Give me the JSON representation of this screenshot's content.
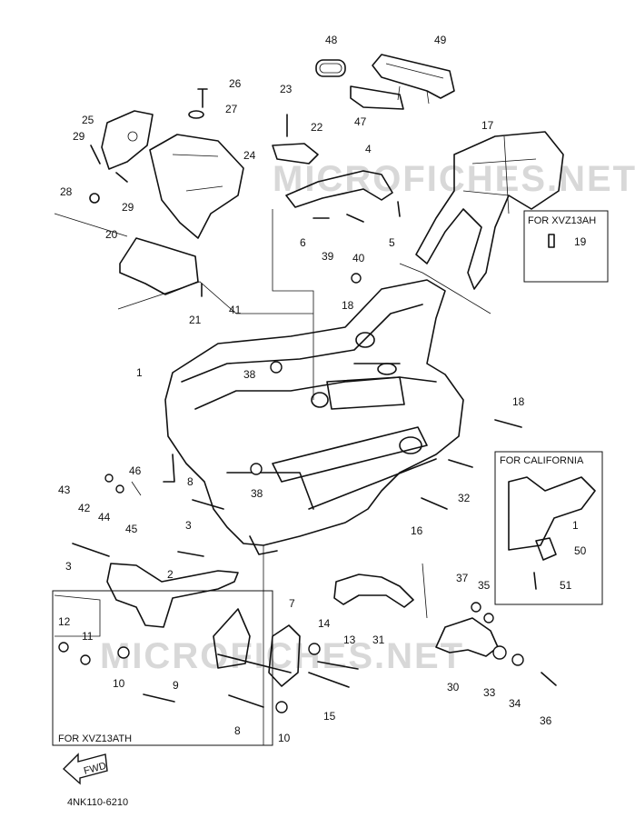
{
  "diagram_code": "4NK110-6210",
  "watermark_text": "MICROFICHES.NET",
  "fwd_label": "FWD",
  "boxes": {
    "xvz13ah": "FOR XVZ13AH",
    "california": "FOR CALIFORNIA",
    "xvz13ath": "FOR XVZ13ATH"
  },
  "callouts": [
    "1",
    "1",
    "2",
    "3",
    "3",
    "4",
    "5",
    "6",
    "7",
    "8",
    "8",
    "9",
    "10",
    "10",
    "11",
    "12",
    "13",
    "14",
    "15",
    "16",
    "17",
    "18",
    "18",
    "19",
    "20",
    "21",
    "22",
    "23",
    "24",
    "25",
    "26",
    "27",
    "28",
    "29",
    "29",
    "30",
    "31",
    "32",
    "33",
    "34",
    "35",
    "36",
    "37",
    "38",
    "38",
    "39",
    "40",
    "41",
    "42",
    "43",
    "44",
    "45",
    "46",
    "47",
    "48",
    "49",
    "50",
    "51"
  ]
}
